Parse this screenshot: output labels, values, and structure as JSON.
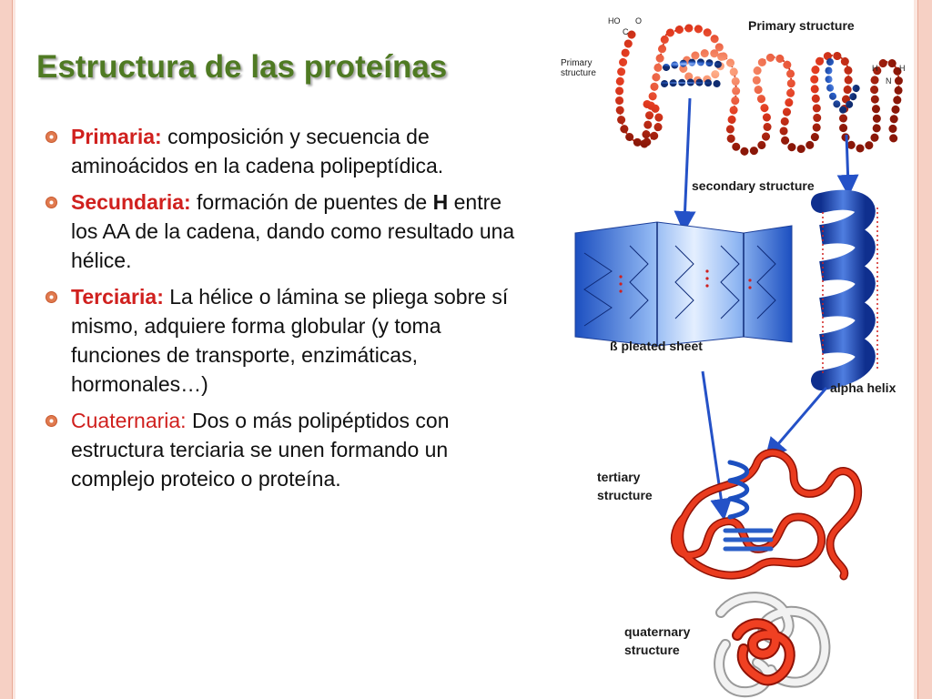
{
  "slide": {
    "title": "Estructura de las proteínas"
  },
  "bullets": [
    {
      "term": "Primaria:",
      "text": " composición y secuencia de aminoácidos en la cadena polipeptídica."
    },
    {
      "term": "Secundaria:",
      "text_before": " formación de puentes de ",
      "bold": "H",
      "text_after": " entre los AA de la cadena, dando como resultado una hélice."
    },
    {
      "term": "Terciaria:",
      "text": " La hélice o lámina se pliega sobre sí mismo, adquiere forma globular (y toma funciones de transporte, enzimáticas, hormonales…)"
    },
    {
      "term": "Cuaternaria:",
      "text": " Dos o más polipéptidos con estructura terciaria se unen formando un complejo proteico o proteína."
    }
  ],
  "figure": {
    "labels": {
      "primary_structure": "Primary structure",
      "primary_small_1": "Primary",
      "primary_small_2": "structure",
      "secondary_structure": "secondary structure",
      "pleated_sheet": "ß pleated sheet",
      "alpha_helix": "alpha helix",
      "tertiary_1": "tertiary",
      "tertiary_2": "structure",
      "quaternary_1": "quaternary",
      "quaternary_2": "structure",
      "carboxyl_ho": "HO",
      "carboxyl_o": "O",
      "carboxyl_c": "C",
      "amine_h1": "H",
      "amine_h2": "H",
      "amine_n": "N"
    }
  },
  "colors": {
    "title": "#4f7a23",
    "term": "#d0201e",
    "frame": "#f6d0c4",
    "bead_red": "#e23a1f",
    "bead_blue": "#2a5fc8",
    "arrow": "#2451c7"
  }
}
